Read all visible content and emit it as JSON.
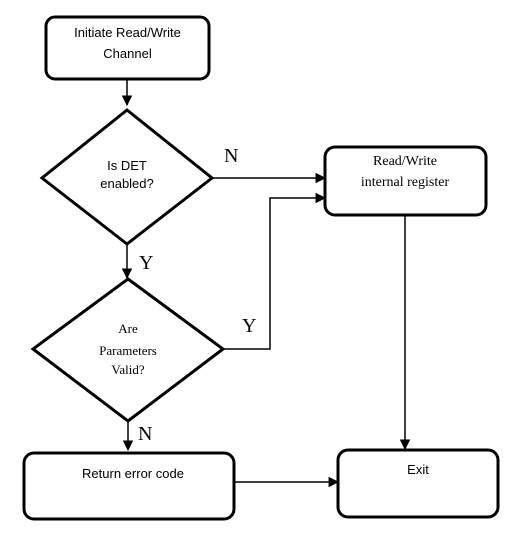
{
  "nodes": {
    "initiate": {
      "line1": "Initiate Read/Write",
      "line2": "Channel"
    },
    "det_check": {
      "line1": "Is DET",
      "line2": "enabled?"
    },
    "params_check": {
      "line1": "Are",
      "line2": "Parameters",
      "line3": "Valid?"
    },
    "register": {
      "line1": "Read/Write",
      "line2": "internal register"
    },
    "error": {
      "label": "Return error code"
    },
    "exit": {
      "label": "Exit"
    }
  },
  "edges": {
    "det_no": "N",
    "det_yes": "Y",
    "params_yes": "Y",
    "params_no": "N"
  }
}
